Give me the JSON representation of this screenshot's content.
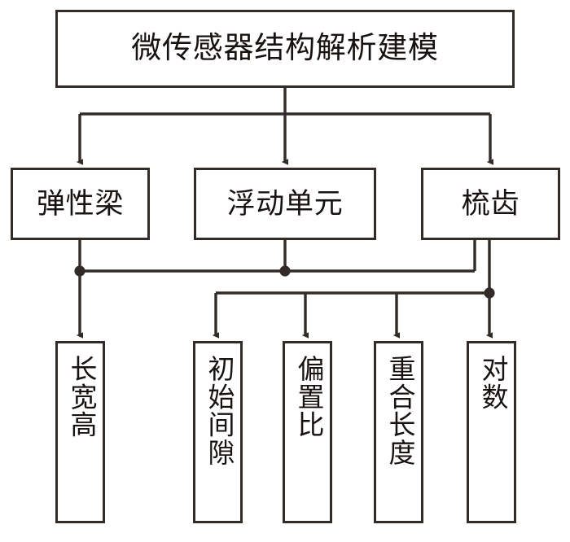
{
  "diagram": {
    "title_node": {
      "id": "root",
      "label": "微传感器结构解析建模"
    },
    "level1_nodes": [
      {
        "id": "elastic-beam",
        "label": "弹性梁"
      },
      {
        "id": "floating-unit",
        "label": "浮动单元"
      },
      {
        "id": "comb-teeth",
        "label": "梳齿"
      }
    ],
    "level2_nodes": [
      {
        "id": "length-width-height",
        "label": "长宽高"
      },
      {
        "id": "initial-gap",
        "label": "初始间隙"
      },
      {
        "id": "offset-ratio",
        "label": "偏置比"
      },
      {
        "id": "overlap-length",
        "label": "重合长度"
      },
      {
        "id": "pair-count",
        "label": "对数"
      }
    ],
    "colors": {
      "stroke": "#332b27",
      "fill": "#ffffff",
      "text": "#171310"
    }
  }
}
